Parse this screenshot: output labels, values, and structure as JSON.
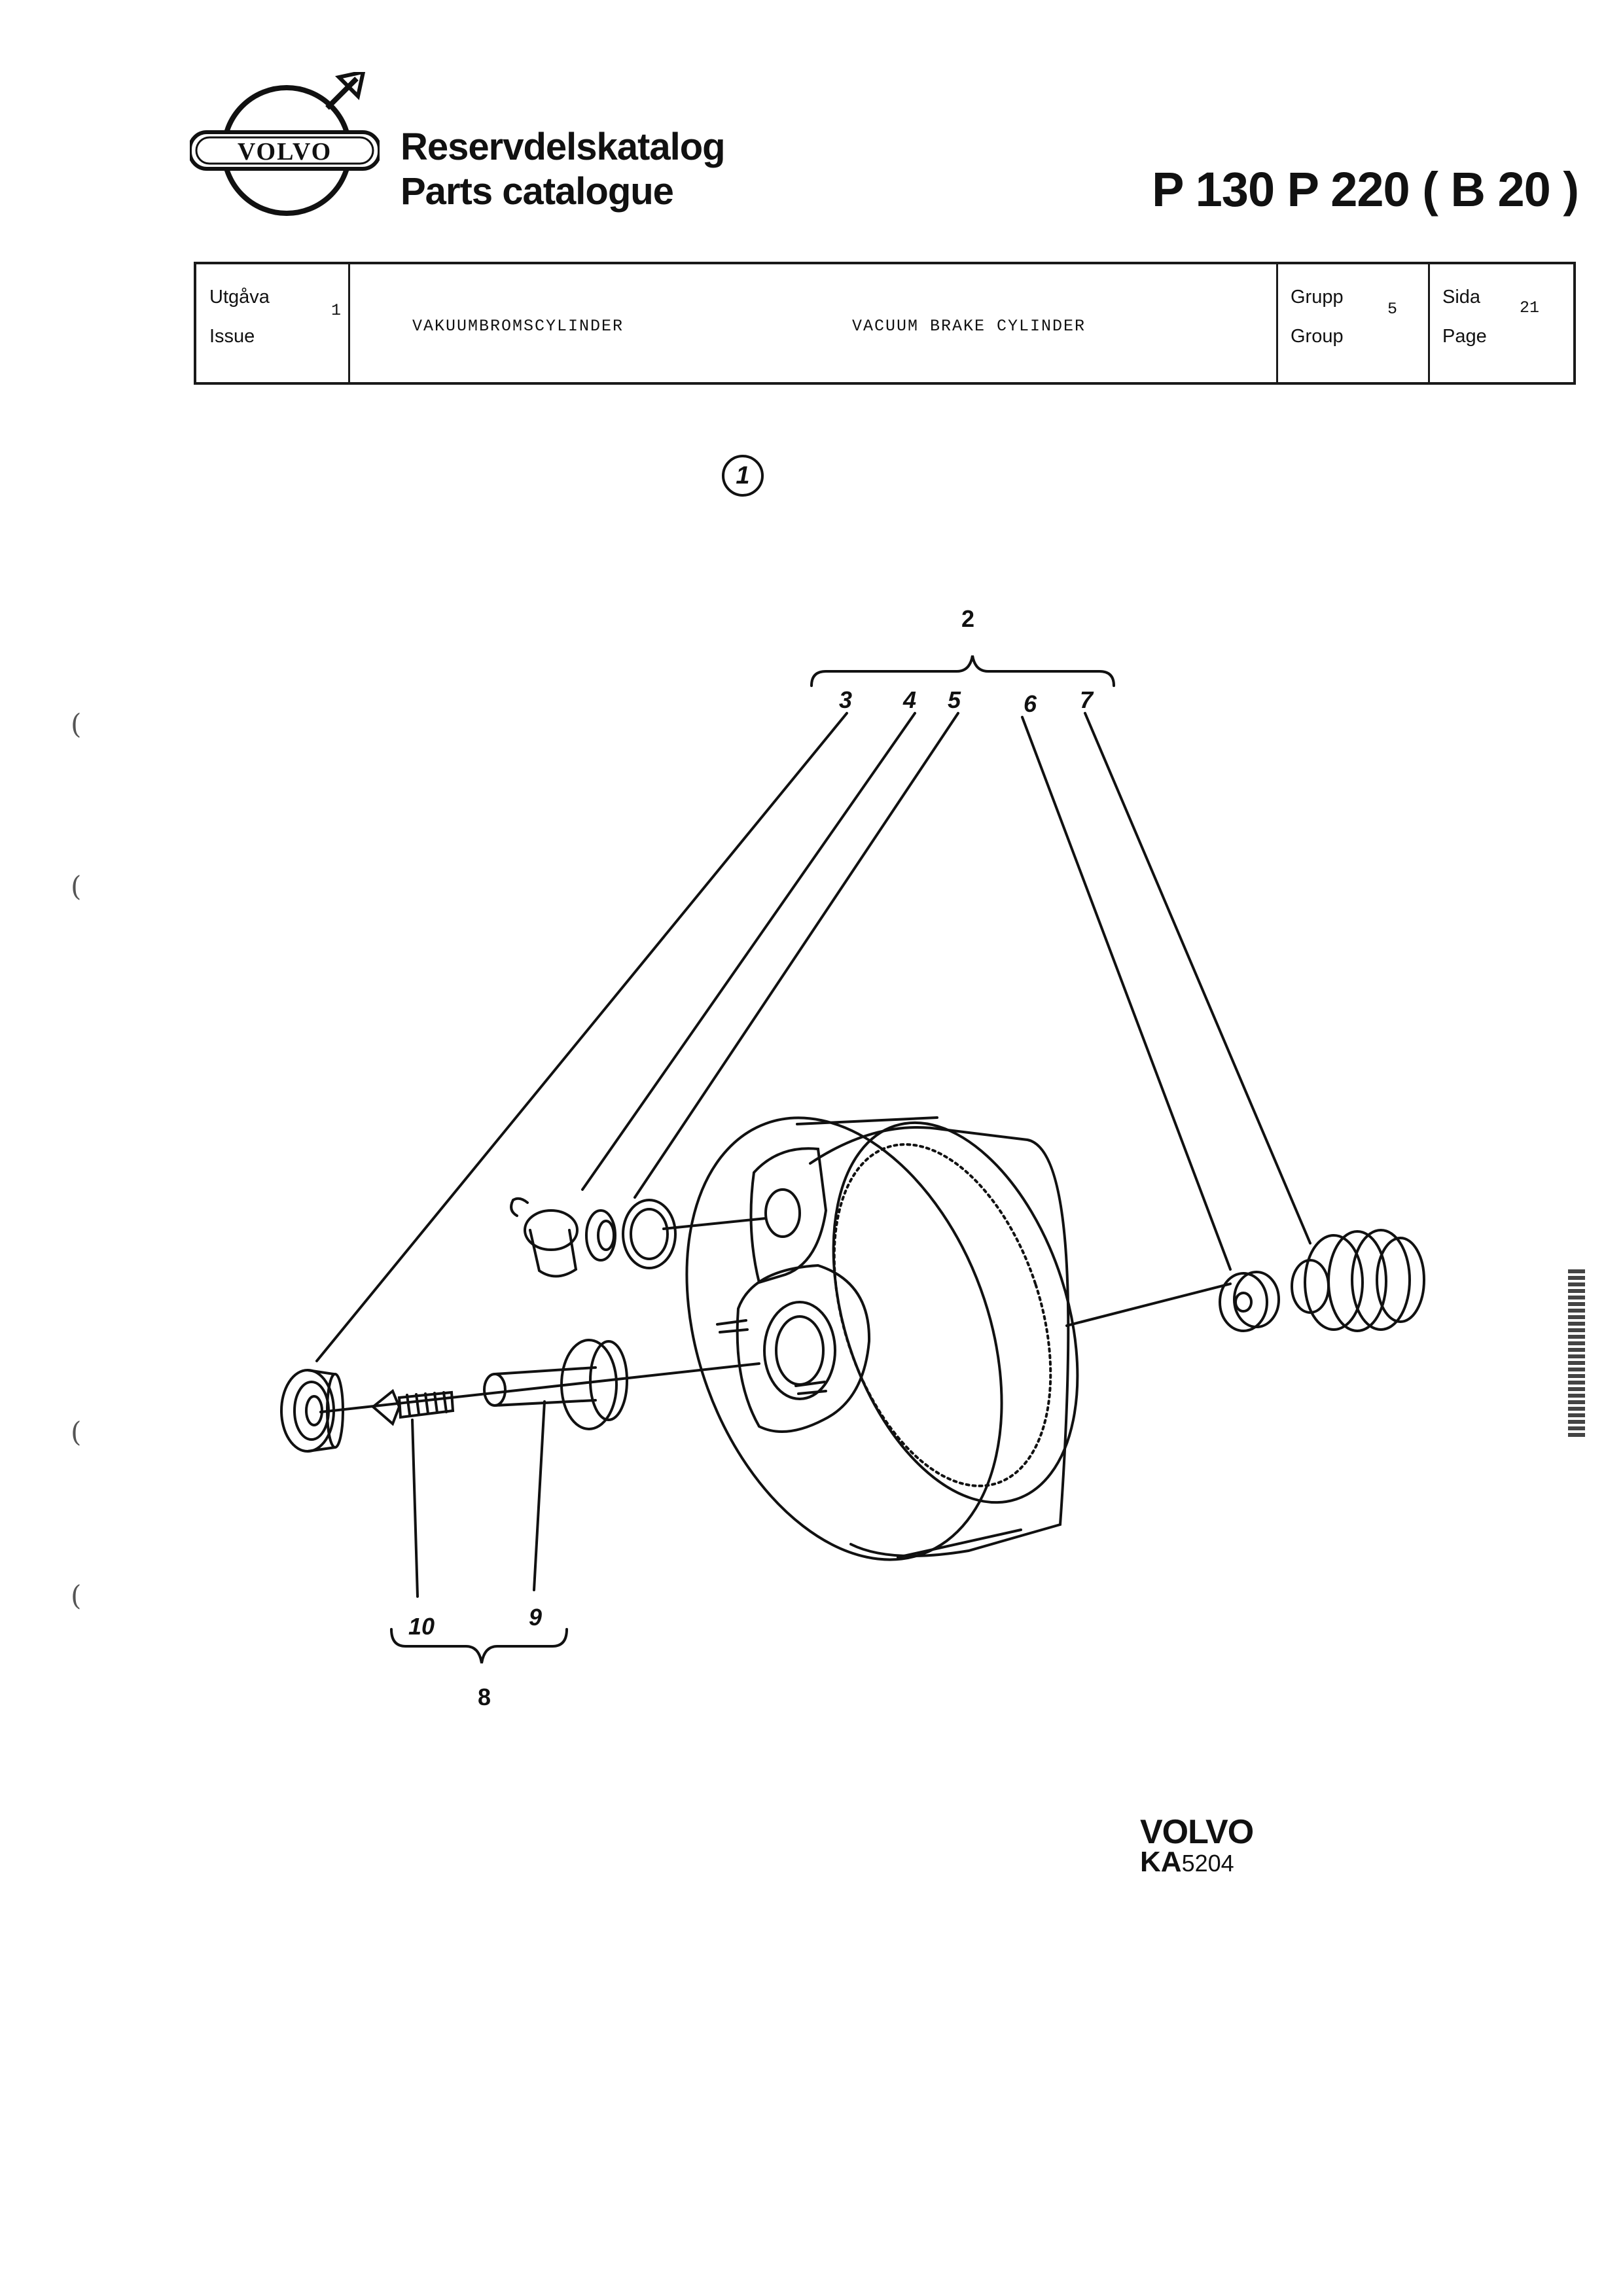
{
  "header": {
    "logo_text": "VOLVO",
    "catalog_title_sv": "Reservdelskatalog",
    "catalog_title_en": "Parts catalogue",
    "models": "P 130   P 220 ( B 20 )"
  },
  "info_table": {
    "issue_label_sv": "Utgåva",
    "issue_label_en": "Issue",
    "issue_value": "1",
    "description_sv": "VAKUUMBROMSCYLINDER",
    "description_en": "VACUUM BRAKE CYLINDER",
    "group_label_sv": "Grupp",
    "group_label_en": "Group",
    "group_value": "5",
    "page_label_sv": "Sida",
    "page_label_en": "Page",
    "page_value": "21"
  },
  "figure": {
    "number": "1",
    "callouts": [
      "2",
      "3",
      "4",
      "5",
      "6",
      "7",
      "8",
      "9",
      "10"
    ]
  },
  "footer": {
    "brand": "VOLVO",
    "code_prefix": "KA",
    "code_number": "5204"
  },
  "margin_marks": [
    "(",
    "(",
    "(",
    "("
  ]
}
